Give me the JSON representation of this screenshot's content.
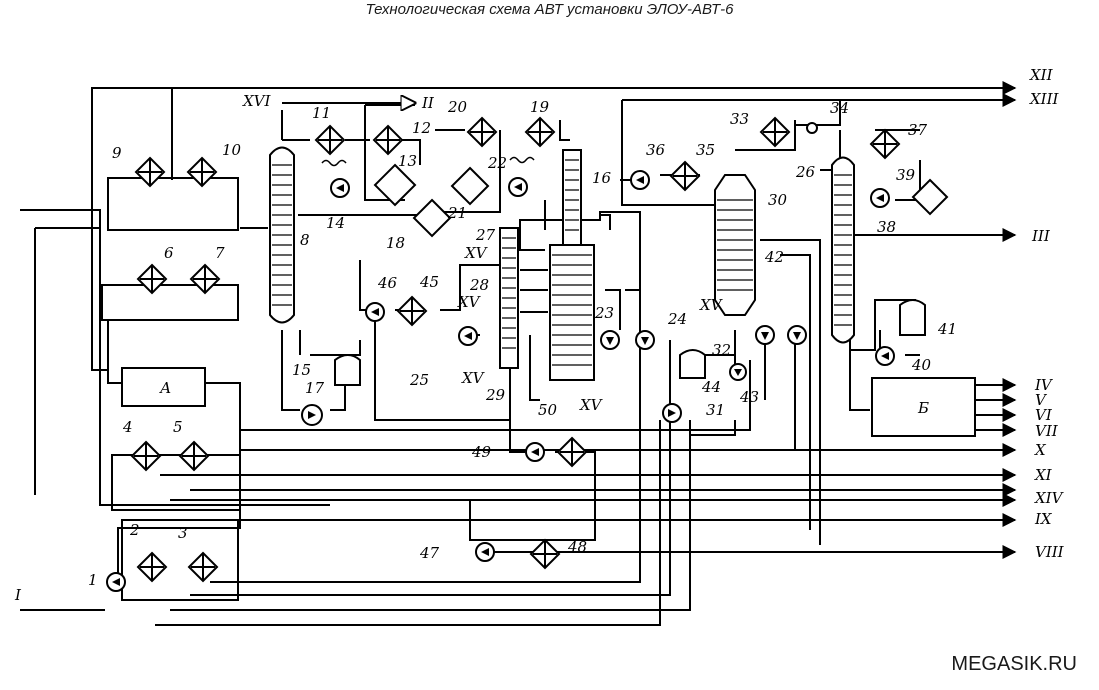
{
  "title": "Технологическая схема АВТ установки ЭЛОУ-АВТ-6",
  "watermark": "MEGASIK.RU",
  "blocks": {
    "a": "А",
    "b": "Б"
  },
  "streams": {
    "in_i": "I",
    "out_ii": "II",
    "out_iii": "III",
    "out_iv": "IV",
    "out_v": "V",
    "out_vi": "VI",
    "out_vii": "VII",
    "out_viii": "VIII",
    "out_ix": "IX",
    "out_x": "X",
    "out_xi": "XI",
    "out_xii": "XII",
    "out_xiii": "XIII",
    "out_xiv": "XIV",
    "xv_27": "XV",
    "xv_28": "XV",
    "xv_29": "XV",
    "xv_16": "XV",
    "xv_30": "XV",
    "xvi": "XVI"
  },
  "equipment": {
    "e1": "1",
    "e2": "2",
    "e3": "3",
    "e4": "4",
    "e5": "5",
    "e6": "6",
    "e7": "7",
    "e8": "8",
    "e9": "9",
    "e10": "10",
    "e11": "11",
    "e12": "12",
    "e13": "13",
    "e14": "14",
    "e15": "15",
    "e16": "16",
    "e17": "17",
    "e18": "18",
    "e19": "19",
    "e20": "20",
    "e21": "21",
    "e22": "22",
    "e23": "23",
    "e24": "24",
    "e25": "25",
    "e26": "26",
    "e27": "27",
    "e28": "28",
    "e29": "29",
    "e30": "30",
    "e31": "31",
    "e32": "32",
    "e33": "33",
    "e34": "34",
    "e35": "35",
    "e36": "36",
    "e37": "37",
    "e38": "38",
    "e39": "39",
    "e40": "40",
    "e41": "41",
    "e42": "42",
    "e43": "43",
    "e44": "44",
    "e45": "45",
    "e46": "46",
    "e47": "47",
    "e48": "48",
    "e49": "49",
    "e50": "50"
  }
}
